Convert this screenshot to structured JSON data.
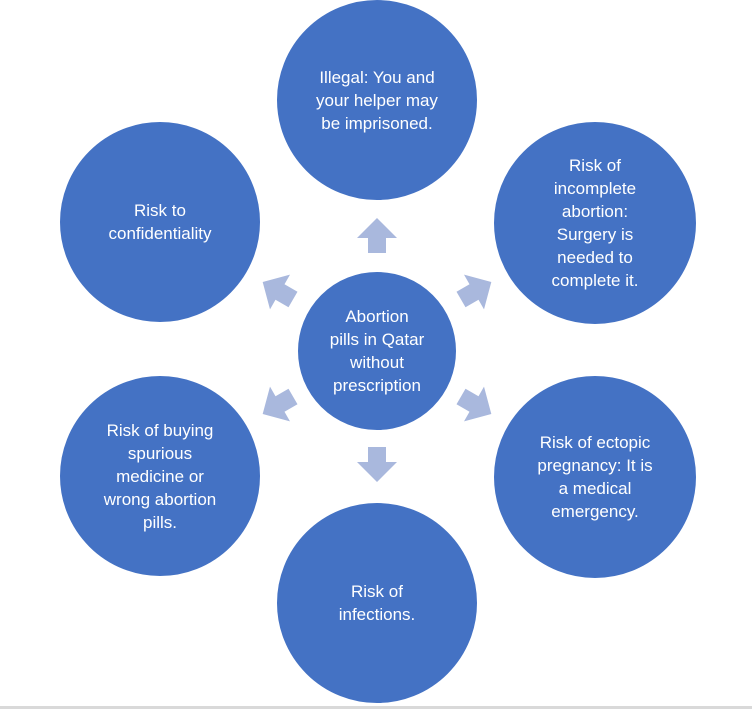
{
  "diagram": {
    "center": {
      "label": "Abortion\npills in Qatar\nwithout\nprescription"
    },
    "nodes": [
      {
        "id": "top",
        "label": "Illegal: You and\nyour helper may\nbe imprisoned."
      },
      {
        "id": "top-right",
        "label": "Risk of\nincomplete\nabortion:\nSurgery is\nneeded to\ncomplete it."
      },
      {
        "id": "bottom-right",
        "label": "Risk of ectopic\npregnancy: It is\na medical\nemergency."
      },
      {
        "id": "bottom",
        "label": "Risk of\ninfections."
      },
      {
        "id": "bottom-left",
        "label": "Risk of buying\nspurious\nmedicine or\nwrong abortion\npills."
      },
      {
        "id": "top-left",
        "label": "Risk to\nconfidentiality"
      }
    ]
  },
  "colors": {
    "circle_fill": "#4472c4",
    "arrow_fill": "#a9b8dd",
    "text": "#ffffff"
  }
}
